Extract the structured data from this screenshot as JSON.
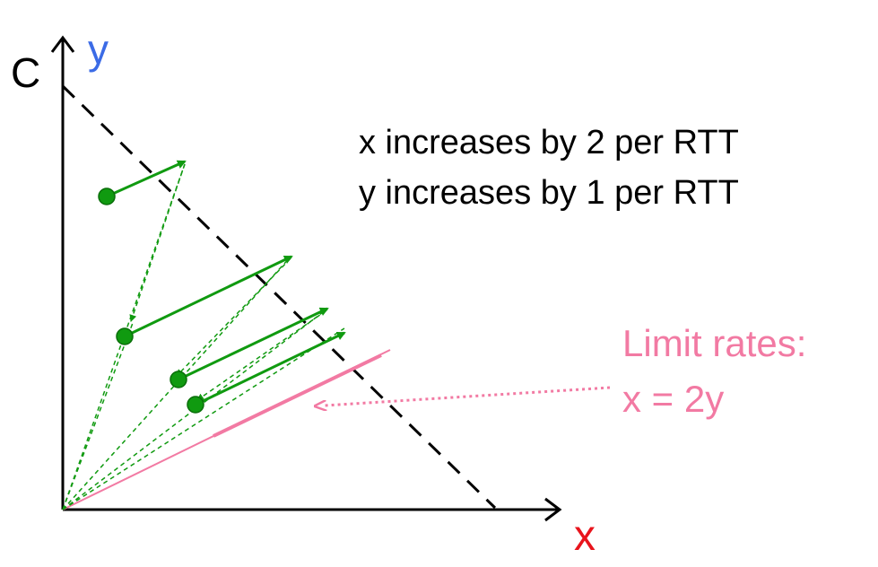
{
  "axes": {
    "capacity_label": "C",
    "y_label": "y",
    "x_label": "x"
  },
  "rules": {
    "x_rule": "x increases by 2 per RTT",
    "y_rule": "y increases by 1 per RTT"
  },
  "limit": {
    "title": "Limit rates:",
    "equation": "x = 2y"
  },
  "colors": {
    "axis": "#000000",
    "y_label": "#3b6be6",
    "x_label": "#e8141c",
    "trajectory": "#109a10",
    "limit": "#f27aa3"
  }
}
